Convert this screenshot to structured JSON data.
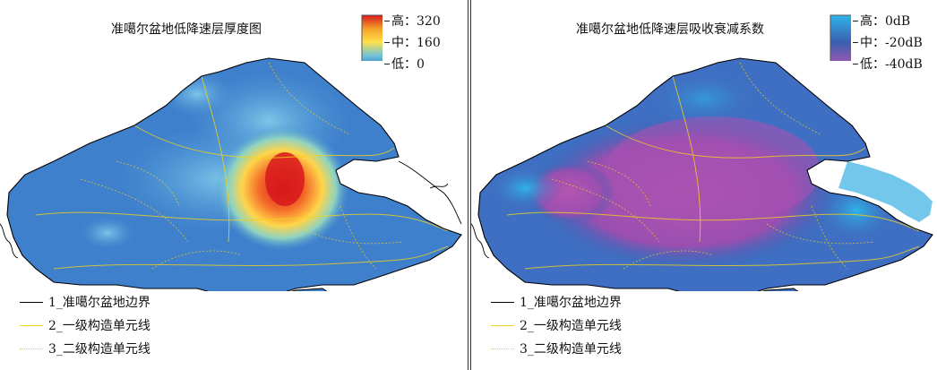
{
  "left_panel": {
    "title": "准噶尔盆地低降速层厚度图",
    "legend": {
      "high": "高：320",
      "mid": "中：160",
      "low": "低：0"
    },
    "colors": {
      "high": "#d7191c",
      "mid": "#ffd54a",
      "low": "#2c6fc4",
      "base": "#3f80cc"
    }
  },
  "right_panel": {
    "title": "准噶尔盆地低降速层吸收衰减系数",
    "legend": {
      "high": "高：0dB",
      "mid": "中：-20dB",
      "low": "低：-40dB"
    },
    "colors": {
      "high": "#2fb4e8",
      "mid": "#3a5fb0",
      "low": "#b455b0",
      "base": "#3f6fc2"
    }
  },
  "line_legend": {
    "items": [
      {
        "label": "1_准噶尔盆地边界",
        "color": "#000000",
        "style": "solid"
      },
      {
        "label": "2_一级构造单元线",
        "color": "#f2d21b",
        "style": "solid"
      },
      {
        "label": "3_二级构造单元线",
        "color": "#f2d21b",
        "style": "dotted"
      }
    ]
  }
}
